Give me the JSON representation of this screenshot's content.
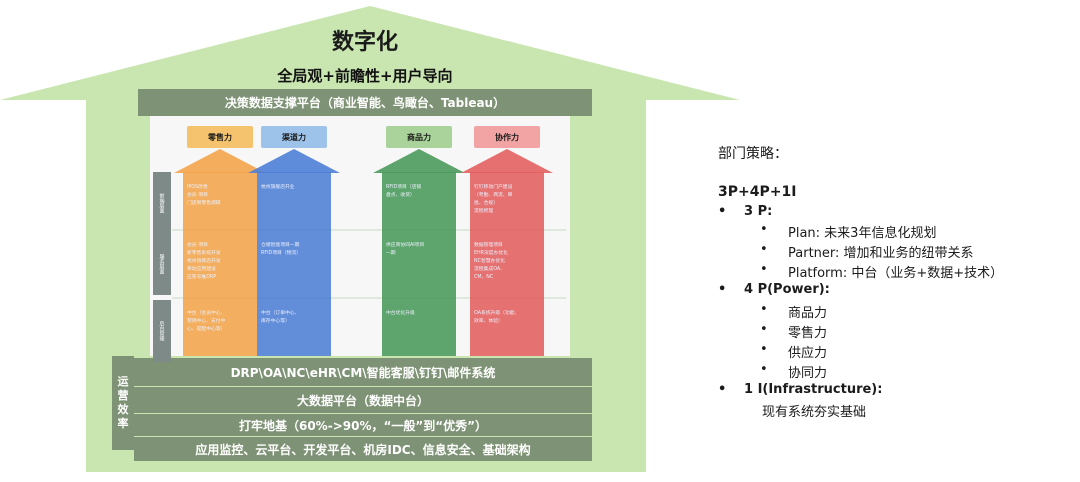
{
  "house": {
    "title": "数字化",
    "subtitle": "全局观+前瞻性+用户导向",
    "decision_bar": "决策数据支撑平台（商业智能、鸟瞰台、Tableau）",
    "columns": [
      {
        "label": "零售力",
        "head_color": "#f5c36e",
        "body_color": "#f3a44b",
        "cells": [
          [
            "IPOS改善",
            "会员-项目",
            "门店新零售调研"
          ],
          [
            "会员-项目",
            "新零售系统开发",
            "杭州指挥店开发",
            "移动应用建设",
            "应管号推DRP"
          ],
          [
            "中台（会员中心、",
            "营销中心、支付中",
            "心、提配中心等）"
          ]
        ]
      },
      {
        "label": "渠道力",
        "head_color": "#9dc3ea",
        "body_color": "#4e7fd6",
        "cells": [
          [
            "杭州旗舰店开业"
          ],
          [
            "仓储智能项目一期",
            "RFID项目（物流）"
          ],
          [
            "中台（订单中心、",
            "库存中心等）"
          ]
        ]
      },
      {
        "label": "商品力",
        "head_color": "#a9d39a",
        "body_color": "#4a9a5b",
        "cells": [
          [
            "RFID项目（店铺",
            "盘点、收货）"
          ],
          [
            "供应商协同AI项目",
            "一期"
          ],
          [
            "中台优化升级"
          ]
        ]
      },
      {
        "label": "协作力",
        "head_color": "#f2a3a3",
        "body_color": "#e35f5f",
        "cells": [
          [
            "钉钉移动门户建设",
            "（考勤、商流、审",
            "批、合规）",
            "流程梳理"
          ],
          [
            "数据管理项目",
            "EHR深度办优化",
            "NC智慧办优化",
            "流程集成OA、",
            "CM、NC"
          ],
          [
            "OA系统升级（功能、",
            "效率、体验）"
          ]
        ]
      }
    ],
    "row_labels": [
      "前端层面",
      "服务层面",
      "后台管理"
    ],
    "ops_label": [
      "运",
      "营",
      "效",
      "率"
    ],
    "systems_bar": "DRP\\OA\\NC\\eHR\\CM\\智能客服\\钉钉\\邮件系统",
    "bigdata_bar": "大数据平台（数据中台）",
    "foundation_bar": "打牢地基（60%->90%，“一般”到“优秀”）",
    "infra_bar": "应用监控、云平台、开发平台、机房IDC、信息安全、基础架构",
    "colors": {
      "roof": "#c9e5b0",
      "bar": "#7e9275",
      "row_label": "#7e8a87"
    }
  },
  "strategy": {
    "heading": "部门策略：",
    "formula": "3P+4P+1I",
    "bullet": "•",
    "sub_bullet": "•",
    "p3_label": "3 P:",
    "p3_items": [
      "Plan: 未来3年信息化规划",
      "Partner: 增加和业务的纽带关系",
      "Platform: 中台（业务+数据+技术）"
    ],
    "p4_label": "4 P(Power):",
    "p4_items": [
      "商品力",
      "零售力",
      "供应力",
      "协同力"
    ],
    "i1_label": "1 I(Infrastructure):",
    "i1_text": "现有系统夯实基础"
  }
}
